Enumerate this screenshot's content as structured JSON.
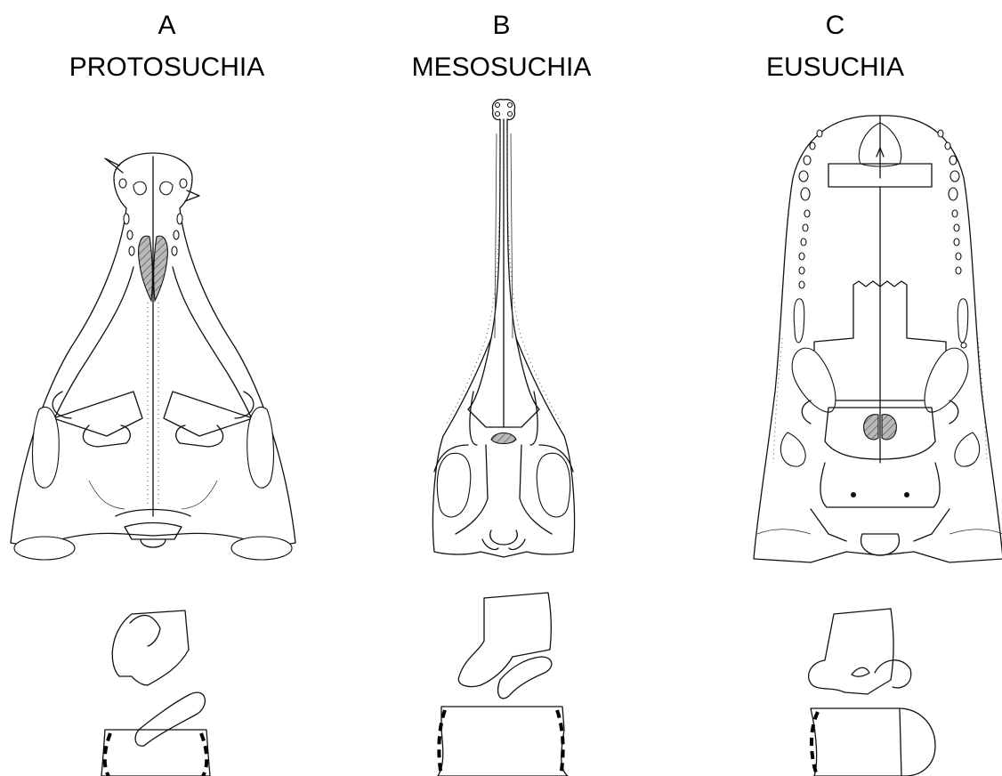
{
  "panels": [
    {
      "letter": "A",
      "group": "PROTOSUCHIA"
    },
    {
      "letter": "B",
      "group": "MESOSUCHIA"
    },
    {
      "letter": "C",
      "group": "EUSUCHIA"
    }
  ]
}
